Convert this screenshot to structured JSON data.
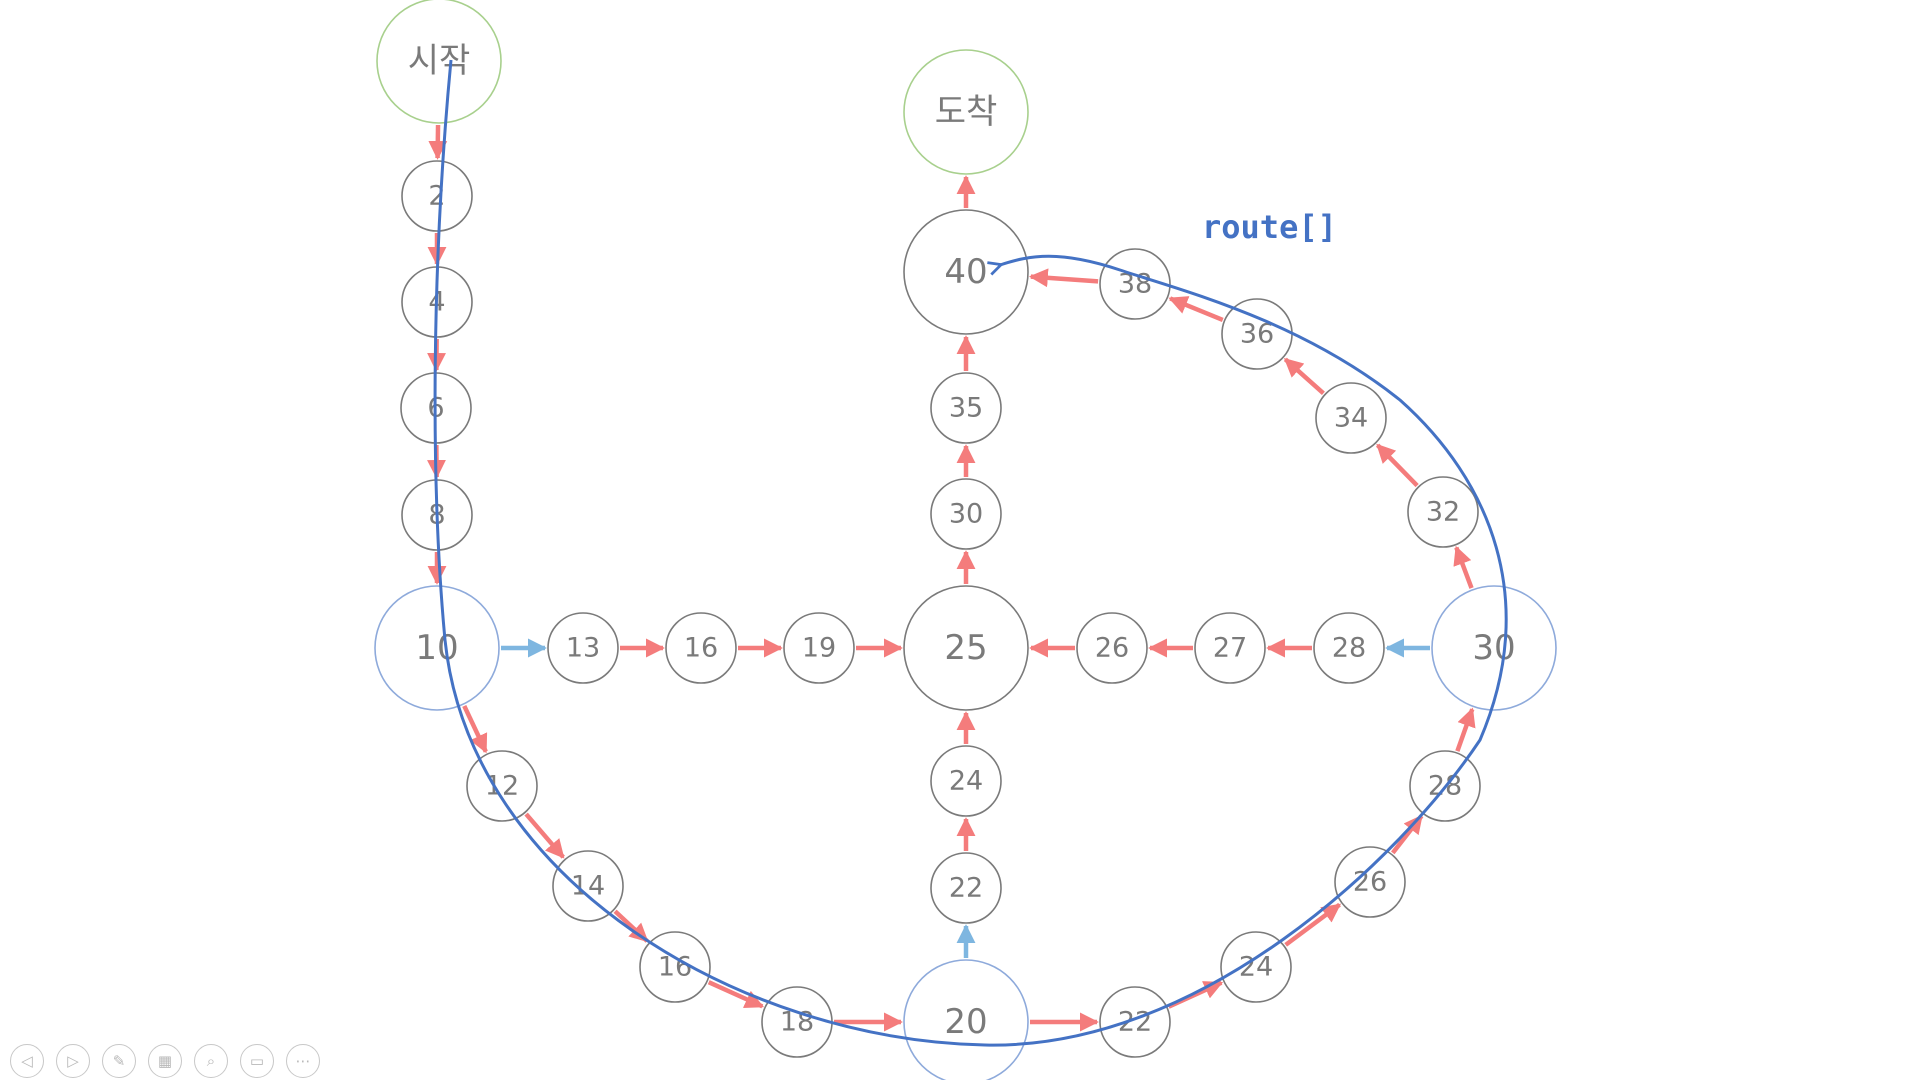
{
  "diagram": {
    "route_label": "route[]",
    "colors": {
      "red_edge": "#f47c7c",
      "blue_edge": "#7eb6e0",
      "route_line": "#4472c4",
      "node_border": "#7a7a7a",
      "start_border": "#a8d08d",
      "junction_border": "#8eaadb",
      "text": "#7a7a7a"
    },
    "nodes": [
      {
        "id": "start",
        "label": "시작"
      },
      {
        "id": "goal",
        "label": "도착"
      },
      {
        "id": "n2",
        "label": "2"
      },
      {
        "id": "n4",
        "label": "4"
      },
      {
        "id": "n6",
        "label": "6"
      },
      {
        "id": "n8",
        "label": "8"
      },
      {
        "id": "n10",
        "label": "10"
      },
      {
        "id": "n13",
        "label": "13"
      },
      {
        "id": "n16a",
        "label": "16"
      },
      {
        "id": "n19",
        "label": "19"
      },
      {
        "id": "n25",
        "label": "25"
      },
      {
        "id": "n26a",
        "label": "26"
      },
      {
        "id": "n27",
        "label": "27"
      },
      {
        "id": "n28a",
        "label": "28"
      },
      {
        "id": "n30r",
        "label": "30"
      },
      {
        "id": "n30c",
        "label": "30"
      },
      {
        "id": "n35",
        "label": "35"
      },
      {
        "id": "n40",
        "label": "40"
      },
      {
        "id": "n38",
        "label": "38"
      },
      {
        "id": "n36",
        "label": "36"
      },
      {
        "id": "n34",
        "label": "34"
      },
      {
        "id": "n32",
        "label": "32"
      },
      {
        "id": "n12",
        "label": "12"
      },
      {
        "id": "n14",
        "label": "14"
      },
      {
        "id": "n16b",
        "label": "16"
      },
      {
        "id": "n18",
        "label": "18"
      },
      {
        "id": "n20",
        "label": "20"
      },
      {
        "id": "n22b",
        "label": "22"
      },
      {
        "id": "n24b",
        "label": "24"
      },
      {
        "id": "n26b",
        "label": "26"
      },
      {
        "id": "n28b",
        "label": "28"
      },
      {
        "id": "n22c",
        "label": "22"
      },
      {
        "id": "n24c",
        "label": "24"
      }
    ],
    "edges": [
      {
        "from": "start",
        "to": "n2",
        "color": "red"
      },
      {
        "from": "n2",
        "to": "n4",
        "color": "red"
      },
      {
        "from": "n4",
        "to": "n6",
        "color": "red"
      },
      {
        "from": "n6",
        "to": "n8",
        "color": "red"
      },
      {
        "from": "n8",
        "to": "n10",
        "color": "red"
      },
      {
        "from": "n10",
        "to": "n13",
        "color": "blue"
      },
      {
        "from": "n13",
        "to": "n16a",
        "color": "red"
      },
      {
        "from": "n16a",
        "to": "n19",
        "color": "red"
      },
      {
        "from": "n19",
        "to": "n25",
        "color": "red"
      },
      {
        "from": "n30r",
        "to": "n28a",
        "color": "blue"
      },
      {
        "from": "n28a",
        "to": "n27",
        "color": "red"
      },
      {
        "from": "n27",
        "to": "n26a",
        "color": "red"
      },
      {
        "from": "n26a",
        "to": "n25",
        "color": "red"
      },
      {
        "from": "n20",
        "to": "n22c",
        "color": "blue"
      },
      {
        "from": "n22c",
        "to": "n24c",
        "color": "red"
      },
      {
        "from": "n24c",
        "to": "n25",
        "color": "red"
      },
      {
        "from": "n25",
        "to": "n30c",
        "color": "red"
      },
      {
        "from": "n30c",
        "to": "n35",
        "color": "red"
      },
      {
        "from": "n35",
        "to": "n40",
        "color": "red"
      },
      {
        "from": "n40",
        "to": "goal",
        "color": "red"
      },
      {
        "from": "n10",
        "to": "n12",
        "color": "red"
      },
      {
        "from": "n12",
        "to": "n14",
        "color": "red"
      },
      {
        "from": "n14",
        "to": "n16b",
        "color": "red"
      },
      {
        "from": "n16b",
        "to": "n18",
        "color": "red"
      },
      {
        "from": "n18",
        "to": "n20",
        "color": "red"
      },
      {
        "from": "n20",
        "to": "n22b",
        "color": "red"
      },
      {
        "from": "n22b",
        "to": "n24b",
        "color": "red"
      },
      {
        "from": "n24b",
        "to": "n26b",
        "color": "red"
      },
      {
        "from": "n26b",
        "to": "n28b",
        "color": "red"
      },
      {
        "from": "n28b",
        "to": "n30r",
        "color": "red"
      },
      {
        "from": "n30r",
        "to": "n32",
        "color": "red"
      },
      {
        "from": "n32",
        "to": "n34",
        "color": "red"
      },
      {
        "from": "n34",
        "to": "n36",
        "color": "red"
      },
      {
        "from": "n36",
        "to": "n38",
        "color": "red"
      },
      {
        "from": "n38",
        "to": "n40",
        "color": "red"
      }
    ]
  },
  "toolbar": {
    "buttons": [
      {
        "id": "prev",
        "icon": "chevron-left-icon",
        "glyph": "◁"
      },
      {
        "id": "next",
        "icon": "chevron-right-icon",
        "glyph": "▷"
      },
      {
        "id": "pen",
        "icon": "pen-icon",
        "glyph": "✎"
      },
      {
        "id": "slides",
        "icon": "slides-grid-icon",
        "glyph": "▦"
      },
      {
        "id": "zoom",
        "icon": "magnifier-icon",
        "glyph": "⌕"
      },
      {
        "id": "subtitle",
        "icon": "subtitle-icon",
        "glyph": "▭"
      },
      {
        "id": "more",
        "icon": "more-options-icon",
        "glyph": "⋯"
      }
    ]
  }
}
